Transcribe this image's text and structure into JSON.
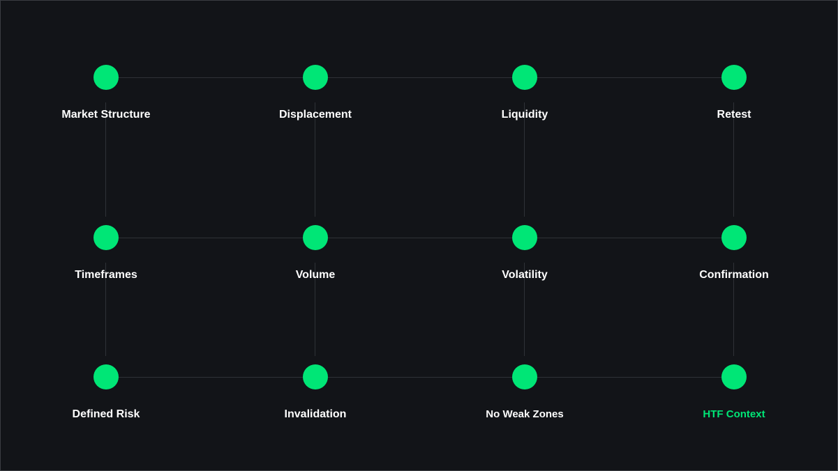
{
  "colors": {
    "background": "#121418",
    "node": "#00e676",
    "line": "#2f3237",
    "text": "#ffffff",
    "highlight": "#00e676"
  },
  "nodes": [
    {
      "id": "market-structure",
      "label": "Market Structure"
    },
    {
      "id": "displacement",
      "label": "Displacement"
    },
    {
      "id": "liquidity",
      "label": "Liquidity"
    },
    {
      "id": "retest",
      "label": "Retest"
    },
    {
      "id": "timeframes",
      "label": "Timeframes"
    },
    {
      "id": "volume",
      "label": "Volume"
    },
    {
      "id": "volatility",
      "label": "Volatility"
    },
    {
      "id": "confirmation",
      "label": "Confirmation"
    },
    {
      "id": "defined-risk",
      "label": "Defined Risk"
    },
    {
      "id": "invalidation",
      "label": "Invalidation"
    },
    {
      "id": "no-weak-zones",
      "label": "No Weak Zones"
    },
    {
      "id": "htf-context",
      "label": "HTF Context",
      "highlighted": true
    }
  ]
}
